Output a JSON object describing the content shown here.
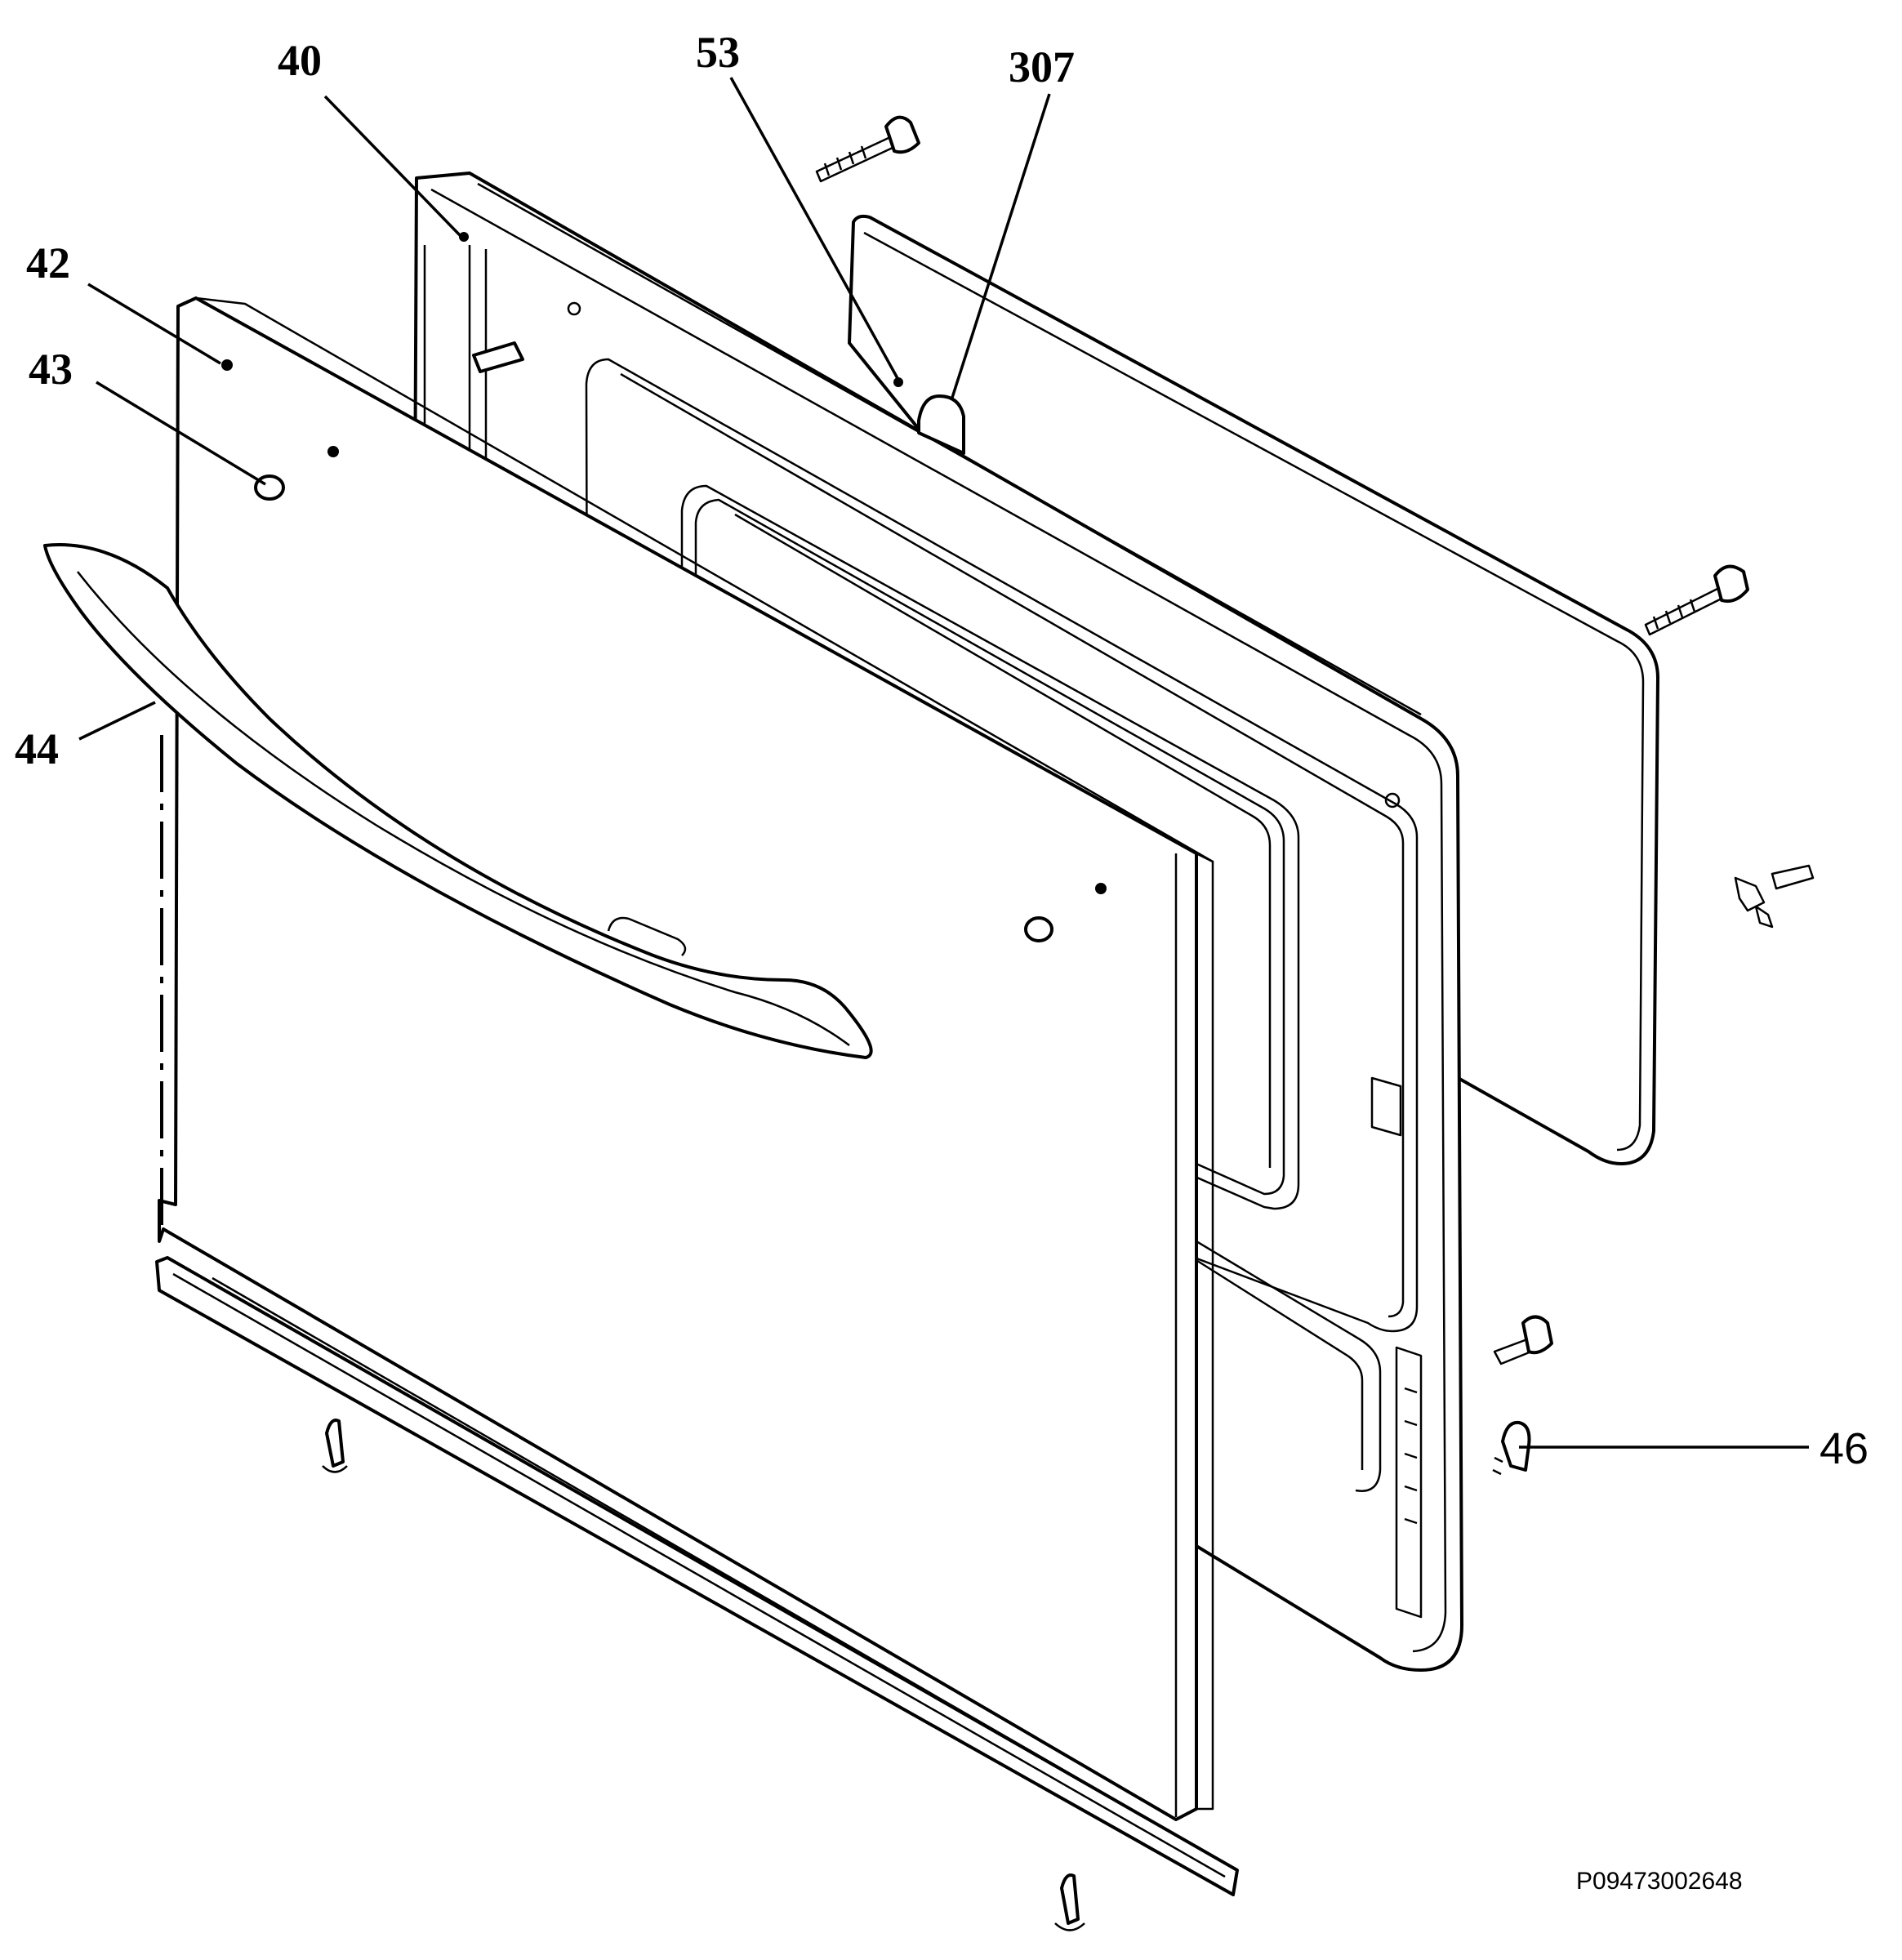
{
  "diagram": {
    "callouts": [
      {
        "id": "40",
        "text": "40"
      },
      {
        "id": "53",
        "text": "53"
      },
      {
        "id": "307",
        "text": "307"
      },
      {
        "id": "42",
        "text": "42"
      },
      {
        "id": "43",
        "text": "43"
      },
      {
        "id": "44",
        "text": "44"
      },
      {
        "id": "46",
        "text": "46"
      }
    ],
    "drawing_code": "P09473002648"
  }
}
